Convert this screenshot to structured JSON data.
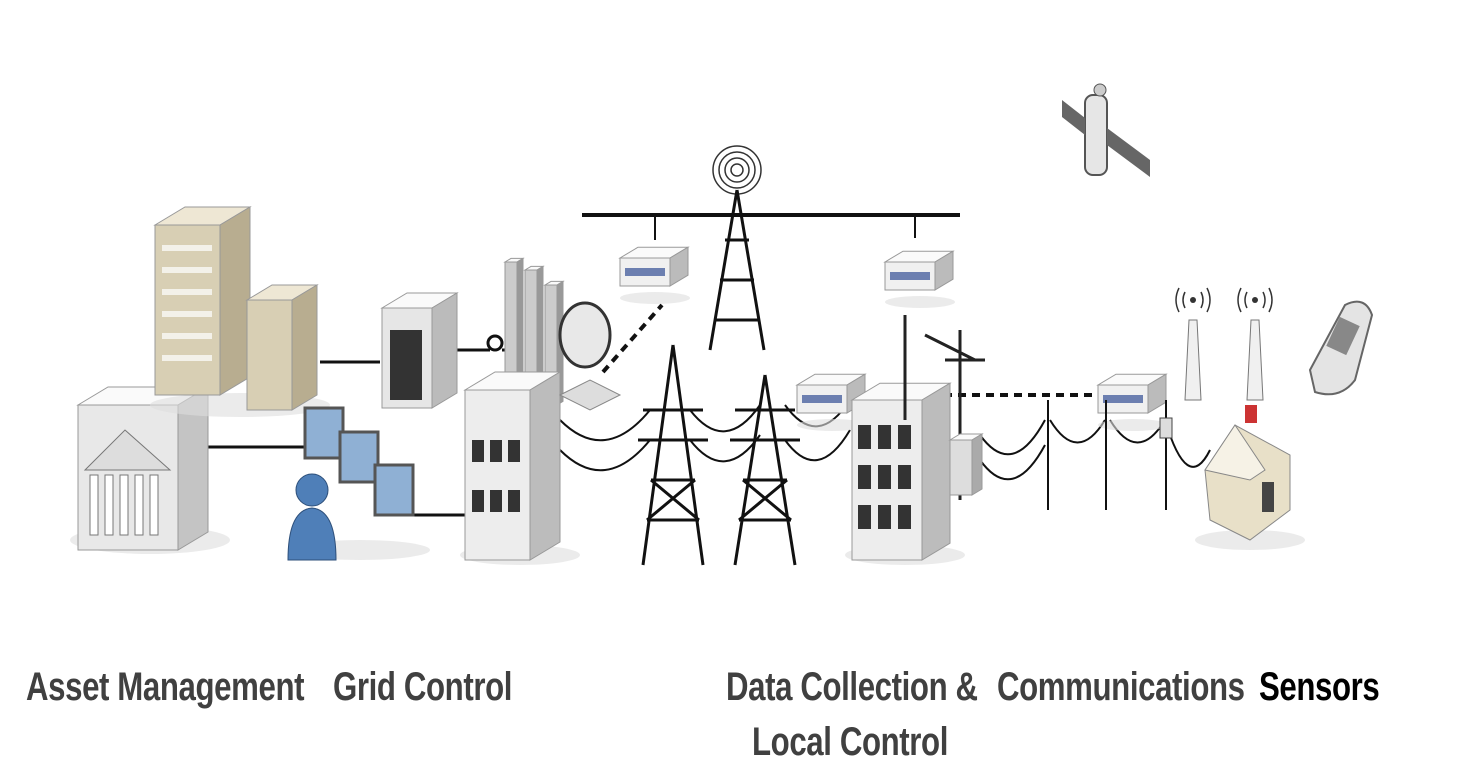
{
  "labels": {
    "asset_management": "Asset Management",
    "grid_control": "Grid Control",
    "data_collection_line1": "Data Collection &",
    "data_collection_line2": "Local Control",
    "communications": "Communications",
    "sensors": "Sensors"
  },
  "colors": {
    "line": "#111111",
    "box_light": "#f2f2f2",
    "box_side": "#bdbdbd",
    "server_beige": "#d8cfb4",
    "person_blue": "#4f7fb8",
    "house_beige": "#e8e0c8"
  }
}
